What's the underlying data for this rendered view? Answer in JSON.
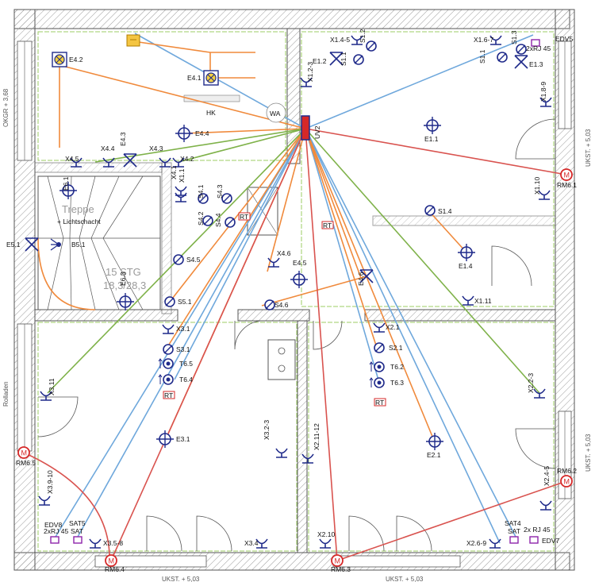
{
  "colors": {
    "wall": "#555555",
    "hatch": "#9a9a9a",
    "symbol": "#1f2a8a",
    "wire_orange": "#f08a3c",
    "wire_blue": "#6fa8dc",
    "wire_green": "#7fb24a",
    "wire_red": "#d9534f",
    "room_border": "#9ccc65",
    "smoke_detector": "#d62828"
  },
  "side_labels": {
    "okgr": "OKGR + 3,68",
    "ukst_top": "UKST. + 5,03",
    "ukst_mid": "UKST. + 5,03",
    "rolladen": "Rolladen",
    "ukst_bottom_left": "UKST. + 5,03",
    "ukst_bottom_right": "UKST. + 5,03"
  },
  "room_labels": {
    "stair_title": "Treppe",
    "stair_sub": "+ Lichtschacht",
    "stair_big1": "15 STG",
    "stair_big2": "18,3/28,3",
    "hk": "HK",
    "wa": "WA",
    "uv": "UV2",
    "edv5": "EDV5",
    "rj45_top": "2xRJ 45",
    "edv7": "EDV7",
    "rj45_br": "2x RJ 45",
    "edv8": "EDV8",
    "rj45_bl": "2xRJ 45",
    "sat5": "SAT5",
    "sat_bl": "SAT",
    "sat4": "SAT4",
    "sat_br": "SAT"
  },
  "devices": [
    {
      "label": "E4.2",
      "icon": "ceiling-spot-icon"
    },
    {
      "label": "E4.1",
      "icon": "ceiling-spot-icon"
    },
    {
      "label": "E4.4",
      "icon": "ceiling-light-icon"
    },
    {
      "label": "E4.3",
      "icon": "wall-light-icon"
    },
    {
      "label": "X4.5",
      "icon": "socket-icon"
    },
    {
      "label": "X4.4",
      "icon": "socket-icon"
    },
    {
      "label": "X4.3",
      "icon": "socket-icon"
    },
    {
      "label": "X4.2",
      "icon": "socket-icon"
    },
    {
      "label": "X4.1",
      "icon": "socket-icon"
    },
    {
      "label": "E5.1",
      "icon": "wall-light-icon"
    },
    {
      "label": "B5.1",
      "icon": "motion-sensor-icon"
    },
    {
      "label": "E6.1",
      "icon": "ceiling-light-icon"
    },
    {
      "label": "E6.3",
      "icon": "ceiling-light-icon"
    },
    {
      "label": "S4.1",
      "icon": "switch-icon"
    },
    {
      "label": "S4.2",
      "icon": "switch-icon"
    },
    {
      "label": "S4.3",
      "icon": "switch-icon"
    },
    {
      "label": "S4.4",
      "icon": "switch-icon"
    },
    {
      "label": "S4.5",
      "icon": "switch-icon"
    },
    {
      "label": "S4.6",
      "icon": "switch-icon"
    },
    {
      "label": "S5.1",
      "icon": "switch-icon"
    },
    {
      "label": "X4.6",
      "icon": "socket-icon"
    },
    {
      "label": "E4.5",
      "icon": "ceiling-light-icon"
    },
    {
      "label": "E4.6",
      "icon": "wall-light-icon"
    },
    {
      "label": "X1.4-5",
      "icon": "socket-icon"
    },
    {
      "label": "X1.6-7",
      "icon": "socket-icon"
    },
    {
      "label": "E1.2",
      "icon": "wall-light-icon"
    },
    {
      "label": "S1.1",
      "icon": "switch-icon"
    },
    {
      "label": "S1.2",
      "icon": "switch-icon"
    },
    {
      "label": "S1.1",
      "icon": "switch-icon"
    },
    {
      "label": "S1.3",
      "icon": "switch-icon"
    },
    {
      "label": "E1.3",
      "icon": "wall-light-icon"
    },
    {
      "label": "X1.2-3",
      "icon": "socket-icon"
    },
    {
      "label": "X1.8-9",
      "icon": "socket-icon"
    },
    {
      "label": "E1.1",
      "icon": "ceiling-light-icon"
    },
    {
      "label": "X1.10",
      "icon": "socket-icon"
    },
    {
      "label": "S1.4",
      "icon": "switch-icon"
    },
    {
      "label": "E1.4",
      "icon": "ceiling-light-icon"
    },
    {
      "label": "X1.11",
      "icon": "socket-icon"
    },
    {
      "label": "X1.1",
      "icon": "socket-icon"
    },
    {
      "label": "X3.1",
      "icon": "socket-icon"
    },
    {
      "label": "S3.1",
      "icon": "switch-icon"
    },
    {
      "label": "T6.5",
      "icon": "thermostat-icon"
    },
    {
      "label": "T6.4",
      "icon": "thermostat-icon"
    },
    {
      "label": "X2.1",
      "icon": "socket-icon"
    },
    {
      "label": "S2.1",
      "icon": "switch-icon"
    },
    {
      "label": "T6.2",
      "icon": "thermostat-icon"
    },
    {
      "label": "T6.3",
      "icon": "thermostat-icon"
    },
    {
      "label": "X3.11",
      "icon": "socket-icon"
    },
    {
      "label": "E3.1",
      "icon": "ceiling-light-icon"
    },
    {
      "label": "X3.2-3",
      "icon": "socket-icon"
    },
    {
      "label": "X2.11-12",
      "icon": "socket-icon"
    },
    {
      "label": "E2.1",
      "icon": "ceiling-light-icon"
    },
    {
      "label": "X2.2-3",
      "icon": "socket-icon"
    },
    {
      "label": "X3.9-10",
      "icon": "socket-icon"
    },
    {
      "label": "X3.5-8",
      "icon": "socket-icon"
    },
    {
      "label": "X3.4",
      "icon": "socket-icon"
    },
    {
      "label": "X2.10",
      "icon": "socket-icon"
    },
    {
      "label": "X2.6-9",
      "icon": "socket-icon"
    },
    {
      "label": "X2.4-5",
      "icon": "socket-icon"
    }
  ],
  "smoke_detectors": [
    "RM6.1",
    "RM6.5",
    "RM6.4",
    "RM6.3",
    "RM6.2"
  ],
  "rt_label": "RT",
  "detector_letter": "M"
}
